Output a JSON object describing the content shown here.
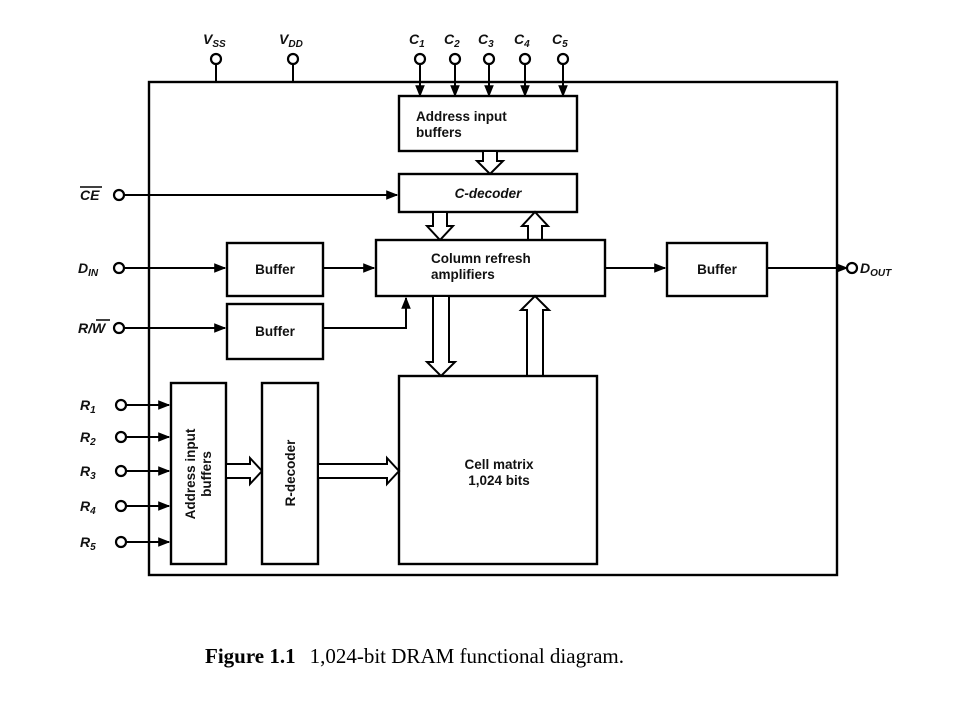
{
  "blocks": {
    "addr_buffers_col": "Address input buffers",
    "addr_buffers_col_l1": "Address input",
    "addr_buffers_col_l2": "buffers",
    "c_decoder": "C-decoder",
    "col_refresh_l1": "Column refresh",
    "col_refresh_l2": "amplifiers",
    "buffer_din": "Buffer",
    "buffer_rw": "Buffer",
    "buffer_dout": "Buffer",
    "addr_buffers_row_l1": "Address input",
    "addr_buffers_row_l2": "buffers",
    "r_decoder": "R-decoder",
    "cell_matrix_l1": "Cell matrix",
    "cell_matrix_l2": "1,024 bits"
  },
  "pins": {
    "vss": {
      "main": "V",
      "sub": "SS"
    },
    "vdd": {
      "main": "V",
      "sub": "DD"
    },
    "c1": {
      "main": "C",
      "sub": "1"
    },
    "c2": {
      "main": "C",
      "sub": "2"
    },
    "c3": {
      "main": "C",
      "sub": "3"
    },
    "c4": {
      "main": "C",
      "sub": "4"
    },
    "c5": {
      "main": "C",
      "sub": "5"
    },
    "ce": {
      "main": "CE"
    },
    "din": {
      "main": "D",
      "sub": "IN"
    },
    "rw": {
      "main_a": "R/",
      "main_b": "W"
    },
    "r1": {
      "main": "R",
      "sub": "1"
    },
    "r2": {
      "main": "R",
      "sub": "2"
    },
    "r3": {
      "main": "R",
      "sub": "3"
    },
    "r4": {
      "main": "R",
      "sub": "4"
    },
    "r5": {
      "main": "R",
      "sub": "5"
    },
    "dout": {
      "main": "D",
      "sub": "OUT"
    }
  },
  "caption": {
    "label": "Figure 1.1",
    "text": "1,024-bit DRAM functional diagram."
  }
}
